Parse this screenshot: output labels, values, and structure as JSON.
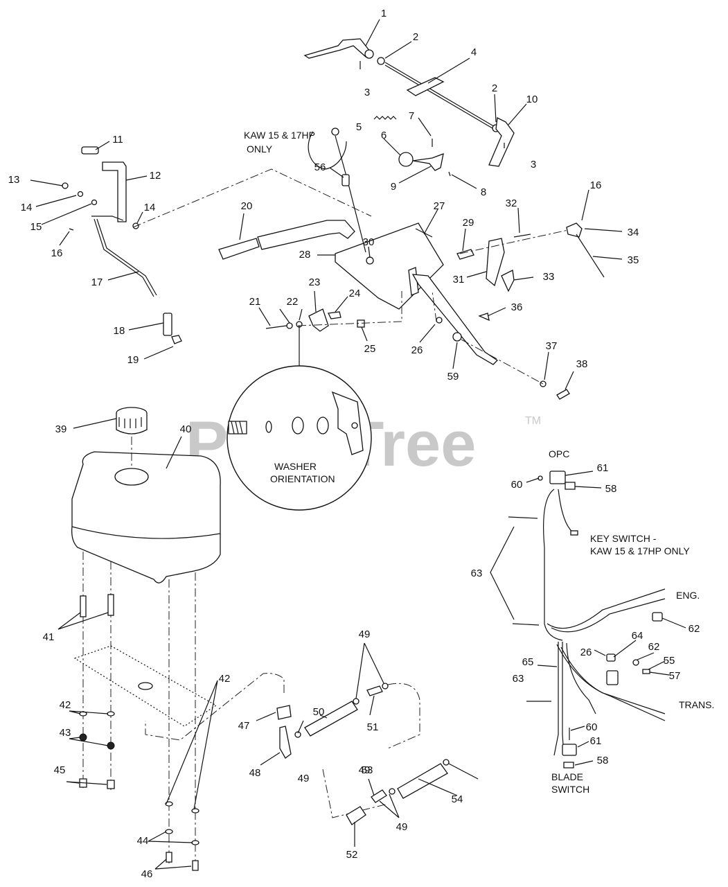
{
  "watermark": {
    "text": "PartsTree",
    "tm": "TM"
  },
  "labels": {
    "kaw_only_line1": "KAW 15 & 17HP",
    "kaw_only_line2": "ONLY",
    "washer_line1": "WASHER",
    "washer_line2": "ORIENTATION",
    "opc": "OPC",
    "keyswitch_line1": "KEY SWITCH -",
    "keyswitch_line2": "KAW 15 & 17HP  ONLY",
    "eng": "ENG.",
    "trans": "TRANS.",
    "blade_line1": "BLADE",
    "blade_line2": "SWITCH"
  },
  "callouts": [
    "1",
    "2",
    "3",
    "4",
    "2",
    "10",
    "3",
    "5",
    "6",
    "7",
    "8",
    "9",
    "11",
    "12",
    "13",
    "14",
    "14",
    "15",
    "16",
    "17",
    "18",
    "19",
    "20",
    "21",
    "22",
    "23",
    "24",
    "25",
    "26",
    "27",
    "28",
    "29",
    "30",
    "31",
    "32",
    "33",
    "34",
    "16",
    "35",
    "36",
    "37",
    "38",
    "59",
    "56",
    "39",
    "40",
    "41",
    "42",
    "43",
    "45",
    "42",
    "44",
    "46",
    "47",
    "48",
    "49",
    "50",
    "49",
    "51",
    "49",
    "53",
    "54",
    "52",
    "49",
    "60",
    "61",
    "58",
    "62",
    "63",
    "63",
    "64",
    "62",
    "26",
    "55",
    "57",
    "65",
    "60",
    "61",
    "58"
  ]
}
